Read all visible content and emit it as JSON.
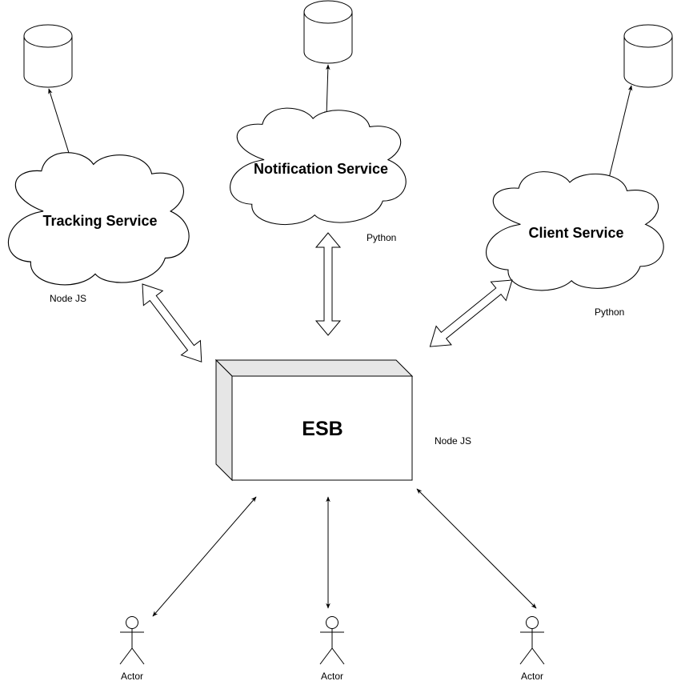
{
  "diagram": {
    "services": {
      "tracking": {
        "label": "Tracking Service",
        "tech": "Node JS"
      },
      "notification": {
        "label": "Notification Service",
        "tech": "Python"
      },
      "client": {
        "label": "Client Service",
        "tech": "Python"
      }
    },
    "esb": {
      "label": "ESB",
      "tech": "Node JS"
    },
    "actors": [
      {
        "label": "Actor"
      },
      {
        "label": "Actor"
      },
      {
        "label": "Actor"
      }
    ],
    "colors": {
      "stroke": "#000000",
      "fill": "#ffffff",
      "box_side": "#e6e6e6"
    }
  }
}
